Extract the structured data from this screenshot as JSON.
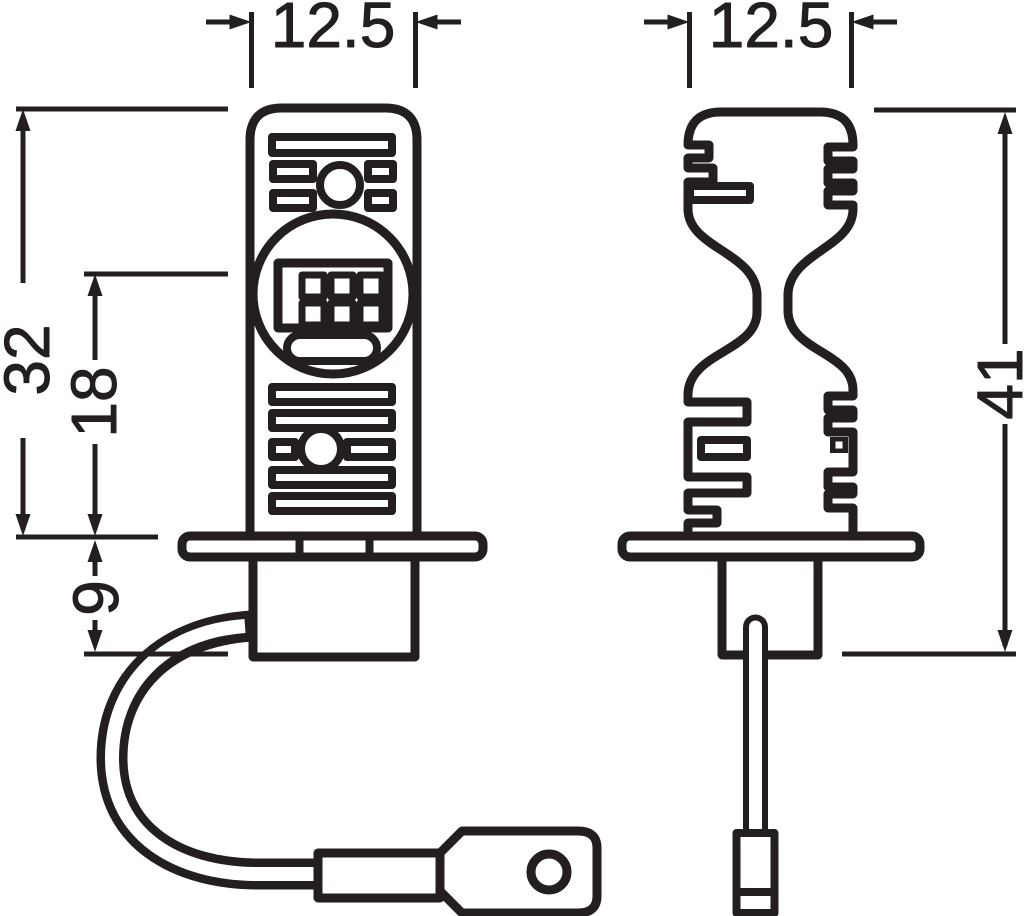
{
  "drawing": {
    "type": "technical-dimension-drawing",
    "views": {
      "front": {
        "dims": {
          "width": "12.5",
          "overall_height": "32",
          "light_center_height": "18",
          "base_height": "9"
        }
      },
      "side": {
        "dims": {
          "width": "12.5",
          "total_length": "41"
        }
      }
    }
  },
  "colors": {
    "line": "#231f20",
    "background": "#ffffff"
  }
}
